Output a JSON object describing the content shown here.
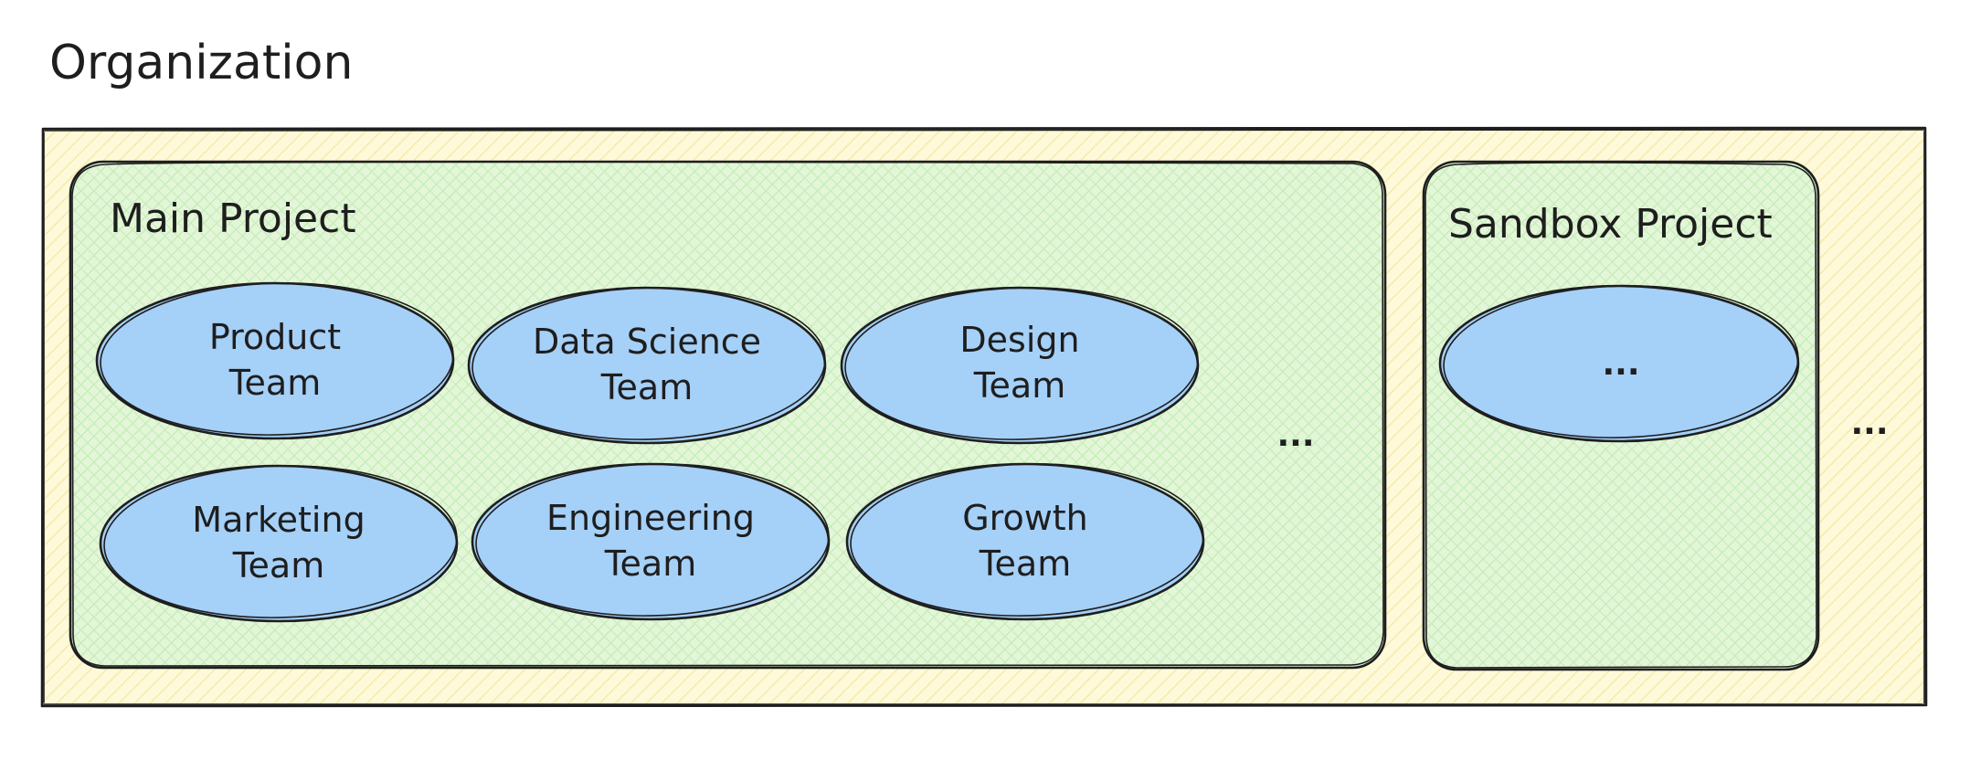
{
  "organization": {
    "title": "Organization",
    "fill": "#fdf9d9",
    "hatch": "#f2e59a",
    "more": "..."
  },
  "main_project": {
    "title": "Main Project",
    "fill": "#e3f6d8",
    "hatch": "#b4e6a4",
    "more": "...",
    "teams": [
      {
        "line1": "Product",
        "line2": "Team"
      },
      {
        "line1": "Data Science",
        "line2": "Team"
      },
      {
        "line1": "Design",
        "line2": "Team"
      },
      {
        "line1": "Marketing",
        "line2": "Team"
      },
      {
        "line1": "Engineering",
        "line2": "Team"
      },
      {
        "line1": "Growth",
        "line2": "Team"
      }
    ]
  },
  "sandbox_project": {
    "title": "Sandbox Project",
    "fill": "#e3f6d8",
    "hatch": "#b4e6a4",
    "team_placeholder": "..."
  },
  "team_style": {
    "fill": "#a5d0f8",
    "stroke": "#1e1e1e"
  }
}
